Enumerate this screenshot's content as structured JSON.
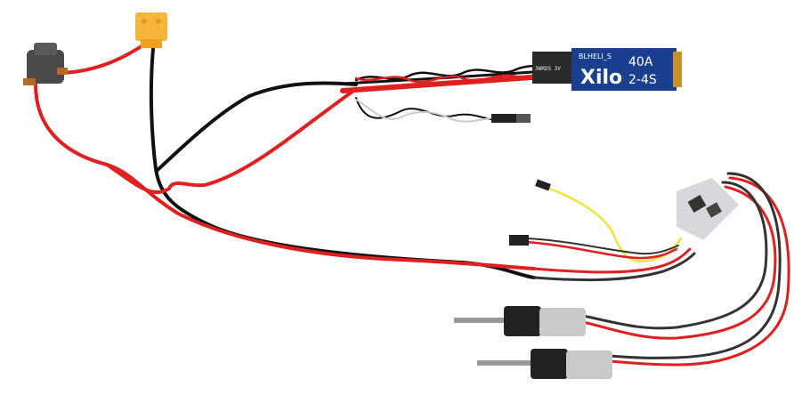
{
  "image": {
    "subject": "wiring diagram photo: battery connector, switch, ESC board and two gear motors",
    "colors": {
      "power_wire": "#e02020",
      "ground_wire": "#111111",
      "signal_wire": "#f2e23a",
      "xt_connector": "#f5b43a",
      "esc_blue": "#1a3f8f",
      "switch_body": "#4a4a4a"
    }
  },
  "esc_label": {
    "brand": "BLHELI_S",
    "logo": "Xilo",
    "current": "40A",
    "cells": "2-4S",
    "side_marking": "3WRDS 3V"
  }
}
